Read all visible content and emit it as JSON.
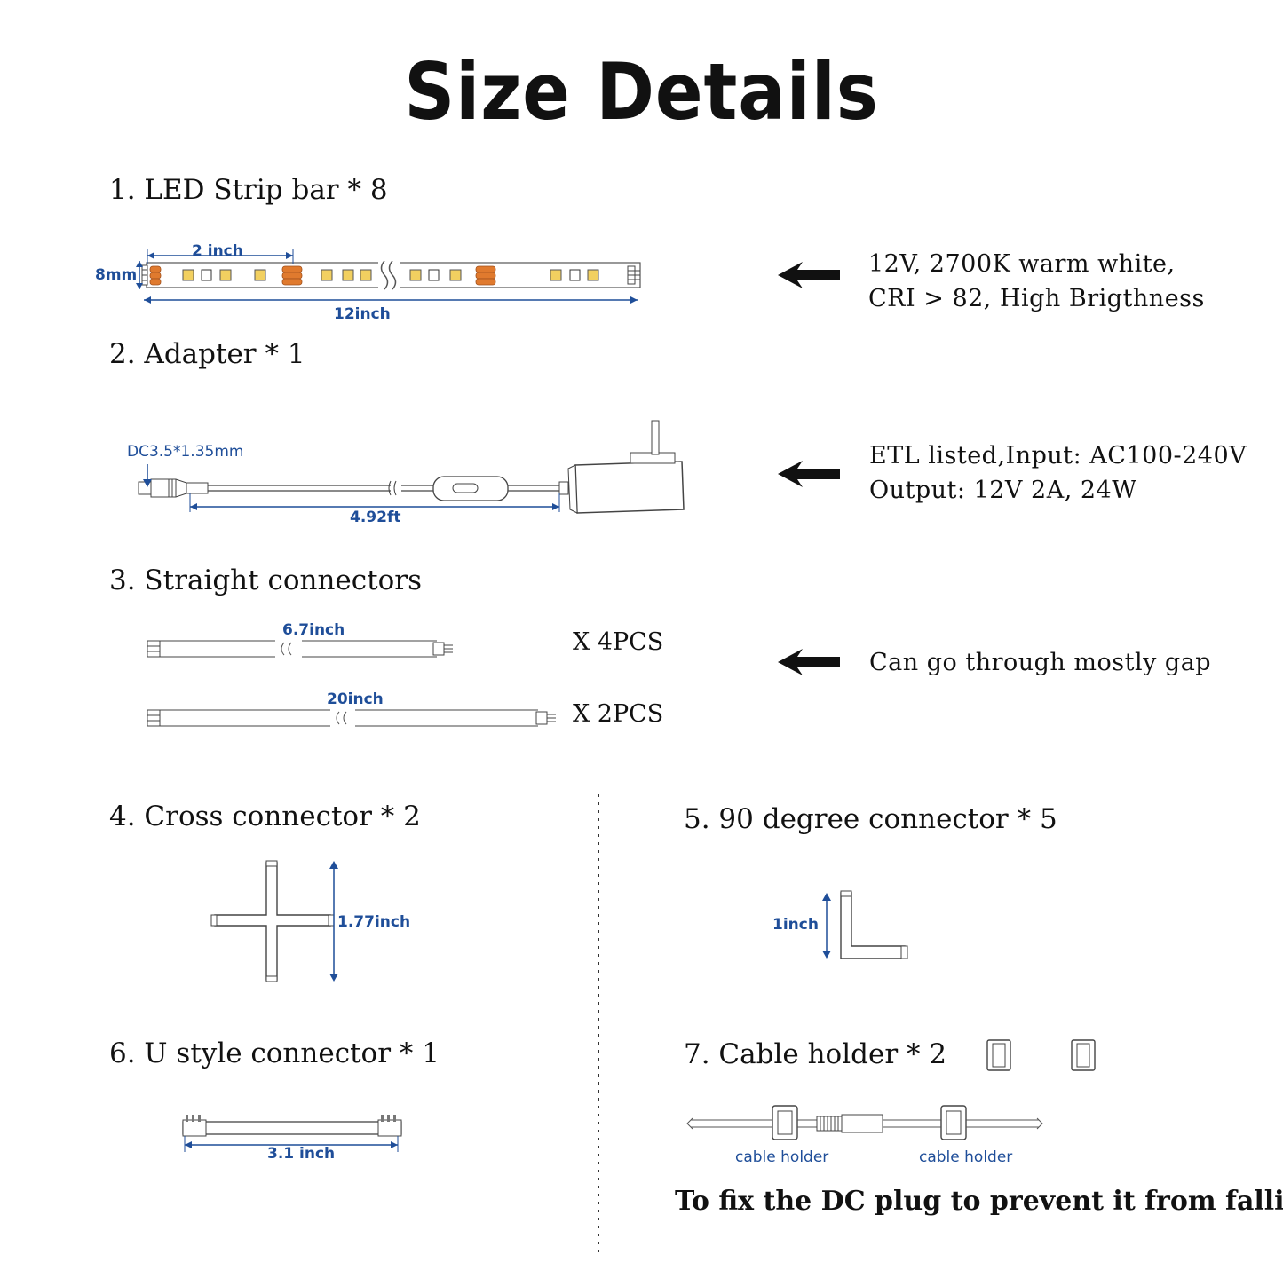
{
  "title": "Size Details",
  "sections": {
    "s1": {
      "heading": "1. LED Strip bar * 8",
      "dim_segment": "2 inch",
      "dim_width": "8mm",
      "dim_length": "12inch",
      "desc_line1": "12V, 2700K warm white,",
      "desc_line2": "CRI > 82, High Brigthness"
    },
    "s2": {
      "heading": "2. Adapter * 1",
      "plug_label": "DC3.5*1.35mm",
      "cable_length": "4.92ft",
      "desc_line1": "ETL listed,Input: AC100-240V",
      "desc_line2": "Output: 12V 2A, 24W"
    },
    "s3": {
      "heading": "3. Straight connectors",
      "short_length": "6.7inch",
      "short_qty": "X 4PCS",
      "long_length": "20inch",
      "long_qty": "X 2PCS",
      "desc": "Can go through mostly gap"
    },
    "s4": {
      "heading": "4. Cross connector * 2",
      "dim": "1.77inch"
    },
    "s5": {
      "heading": "5. 90 degree connector * 5",
      "dim": "1inch"
    },
    "s6": {
      "heading": "6. U style connector * 1",
      "dim": "3.1 inch"
    },
    "s7": {
      "heading": "7. Cable holder * 2",
      "holder_label_left": "cable holder",
      "holder_label_right": "cable holder",
      "note": "To fix the DC plug to prevent it from falling."
    }
  },
  "colors": {
    "dimension": "#1f4e99",
    "led_orange": "#e07a2e",
    "led_yellow": "#f2d060",
    "text": "#111111"
  },
  "icons": [
    "arrow-left-icon",
    "led-strip-icon",
    "adapter-icon",
    "connector-cable-icon",
    "cross-connector-icon",
    "l-connector-icon",
    "u-connector-icon",
    "cable-holder-icon"
  ]
}
